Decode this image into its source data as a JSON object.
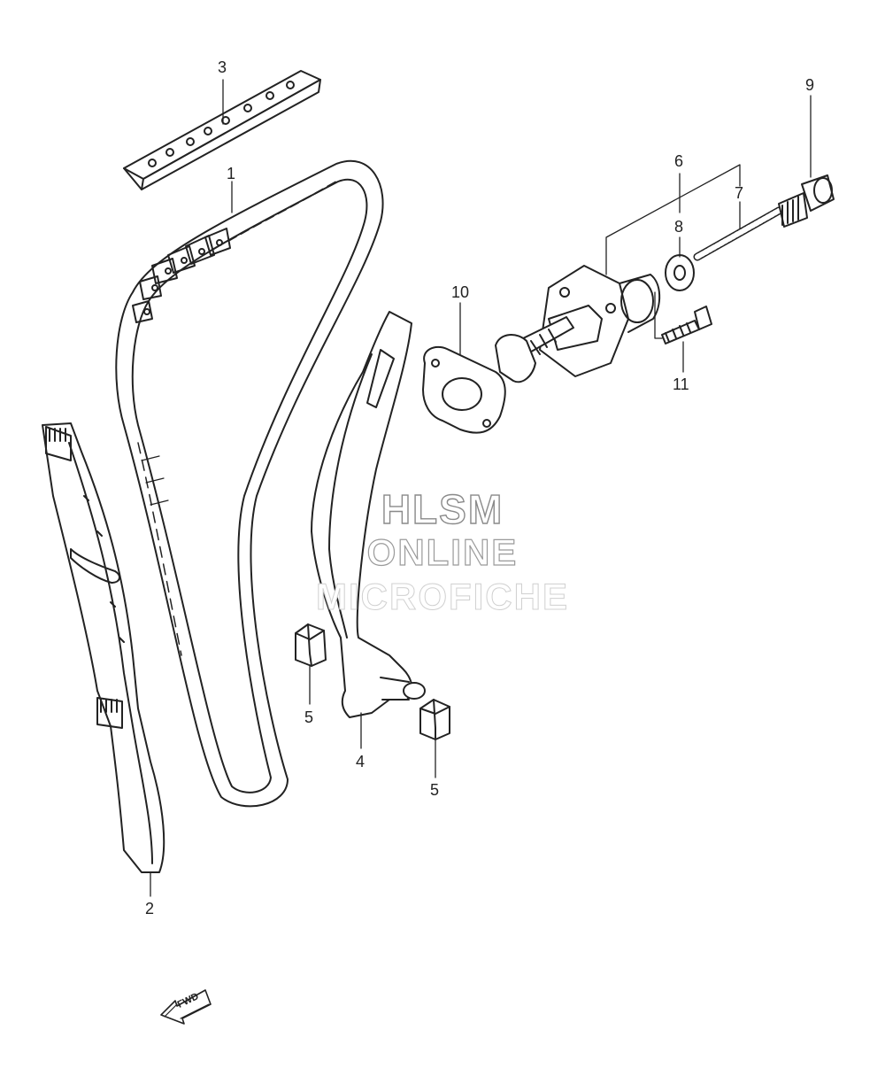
{
  "callouts": [
    {
      "id": "1",
      "label": "1"
    },
    {
      "id": "2",
      "label": "2"
    },
    {
      "id": "3",
      "label": "3"
    },
    {
      "id": "4",
      "label": "4"
    },
    {
      "id": "5a",
      "label": "5"
    },
    {
      "id": "5b",
      "label": "5"
    },
    {
      "id": "6",
      "label": "6"
    },
    {
      "id": "7",
      "label": "7"
    },
    {
      "id": "8",
      "label": "8"
    },
    {
      "id": "9",
      "label": "9"
    },
    {
      "id": "10",
      "label": "10"
    },
    {
      "id": "11",
      "label": "11"
    }
  ],
  "watermark": {
    "line1": "HLSM",
    "line2": "ONLINE",
    "line3": "MICROFICHE"
  },
  "fwd_badge": {
    "label": "FWD"
  },
  "colors": {
    "line": "#222222",
    "watermark_stroke": "#8a8a8a"
  }
}
